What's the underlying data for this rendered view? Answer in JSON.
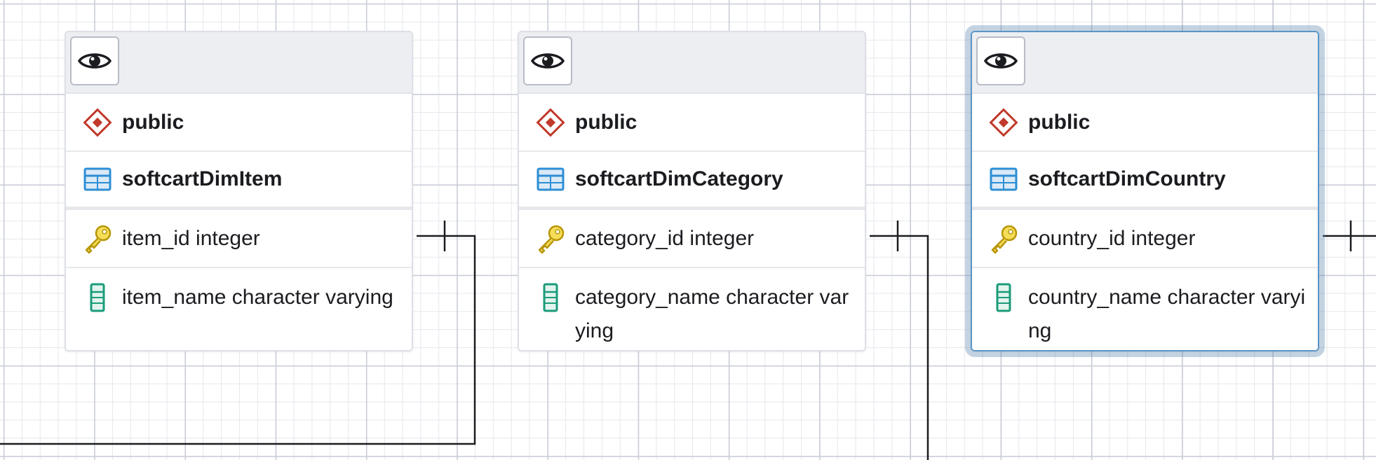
{
  "nodes": [
    {
      "schema": "public",
      "table": "softcartDimItem",
      "columns": [
        {
          "text": "item_id integer",
          "icon": "key-icon"
        },
        {
          "text": "item_name character varying",
          "icon": "column-icon"
        }
      ],
      "selected": false
    },
    {
      "schema": "public",
      "table": "softcartDimCategory",
      "columns": [
        {
          "text": "category_id integer",
          "icon": "key-icon"
        },
        {
          "text": "category_name character varying",
          "icon": "column-icon"
        }
      ],
      "selected": false
    },
    {
      "schema": "public",
      "table": "softcartDimCountry",
      "columns": [
        {
          "text": "country_id integer",
          "icon": "key-icon"
        },
        {
          "text": "country_name character varying",
          "icon": "column-icon"
        }
      ],
      "selected": true
    }
  ],
  "colors": {
    "schema_icon": "#c0392b",
    "table_icon": "#2d8fd5",
    "key_icon": "#e8c21a",
    "column_icon": "#1a9b7a",
    "selection": "#5b95c7",
    "connector": "#1b1c20"
  }
}
